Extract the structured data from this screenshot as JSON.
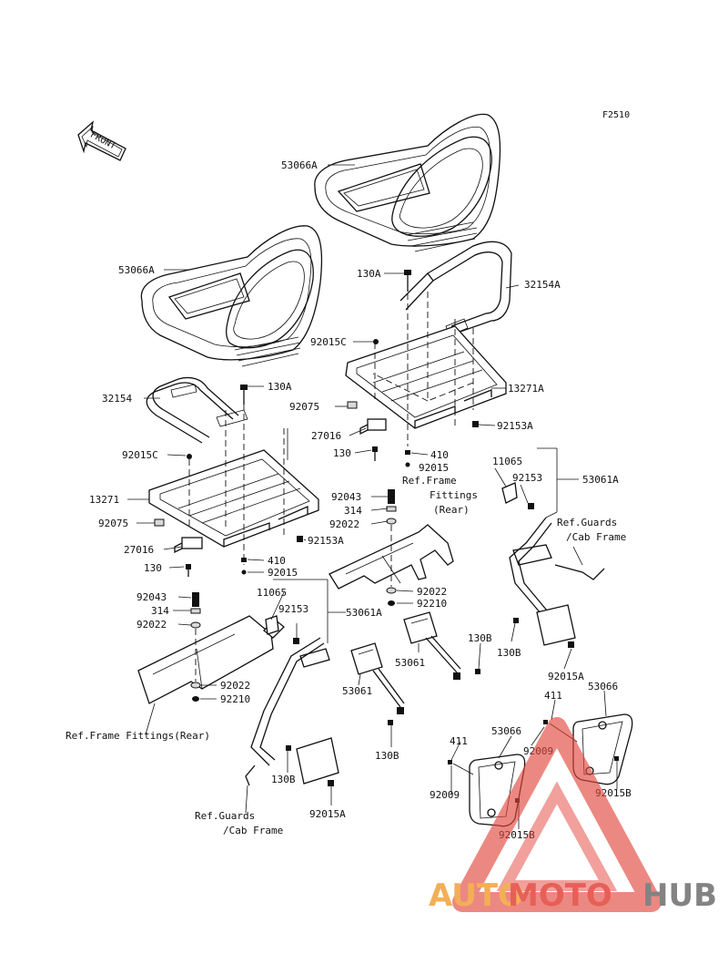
{
  "figure_code": "F2510",
  "front_label": "FRONT",
  "watermark": {
    "part1": "AUTO",
    "part2": "MOTO",
    "part3": "HUB",
    "color_orange": "#f2a23a",
    "color_red": "#e2453c",
    "color_dark": "#6e6e6e"
  },
  "labels": {
    "l_53066A_top": "53066A",
    "l_53066A_left": "53066A",
    "l_130A_top": "130A",
    "l_32154A": "32154A",
    "l_92015C_r": "92015C",
    "l_13271A": "13271A",
    "l_92075_r": "92075",
    "l_92153A_r": "92153A",
    "l_27016_r": "27016",
    "l_130_r": "130",
    "l_410_r": "410",
    "l_92015_r": "92015",
    "l_ref_frame_rear_r": "Ref.Frame",
    "l_ref_frame_rear_r2": "Fittings",
    "l_ref_frame_rear_r3": "(Rear)",
    "l_11065_r": "11065",
    "l_92153_r": "92153",
    "l_53061A_r": "53061A",
    "l_refguards_r": "Ref.Guards",
    "l_refguards_r2": "/Cab Frame",
    "l_32154": "32154",
    "l_130A_left": "130A",
    "l_92015C_l": "92015C",
    "l_13271": "13271",
    "l_92075_l": "92075",
    "l_27016_l": "27016",
    "l_130_l": "130",
    "l_92153A_l": "92153A",
    "l_410_l": "410",
    "l_92015_l": "92015",
    "l_92043_r": "92043",
    "l_314_r": "314",
    "l_92022_r": "92022",
    "l_92022_r2": "92022",
    "l_92210_r": "92210",
    "l_53061": "53061",
    "l_130B_a": "130B",
    "l_130B_b": "130B",
    "l_92015A_r": "92015A",
    "l_11065_l": "11065",
    "l_92153_l": "92153",
    "l_53061A_l": "53061A",
    "l_92043_l": "92043",
    "l_314_l": "314",
    "l_92022_l": "92022",
    "l_92022_l2": "92022",
    "l_92210_l": "92210",
    "l_ref_frame_rear_l": "Ref.Frame Fittings(Rear)",
    "l_53061_b": "53061",
    "l_130B_c": "130B",
    "l_130B_d": "130B",
    "l_refguards_l": "Ref.Guards",
    "l_refguards_l2": "/Cab Frame",
    "l_92015A_l": "92015A",
    "l_411_a": "411",
    "l_53066_a": "53066",
    "l_92009_a": "92009",
    "l_92015B_a": "92015B",
    "l_411_b": "411",
    "l_53066_b": "53066",
    "l_92009_b": "92009",
    "l_92015B_b": "92015B"
  }
}
